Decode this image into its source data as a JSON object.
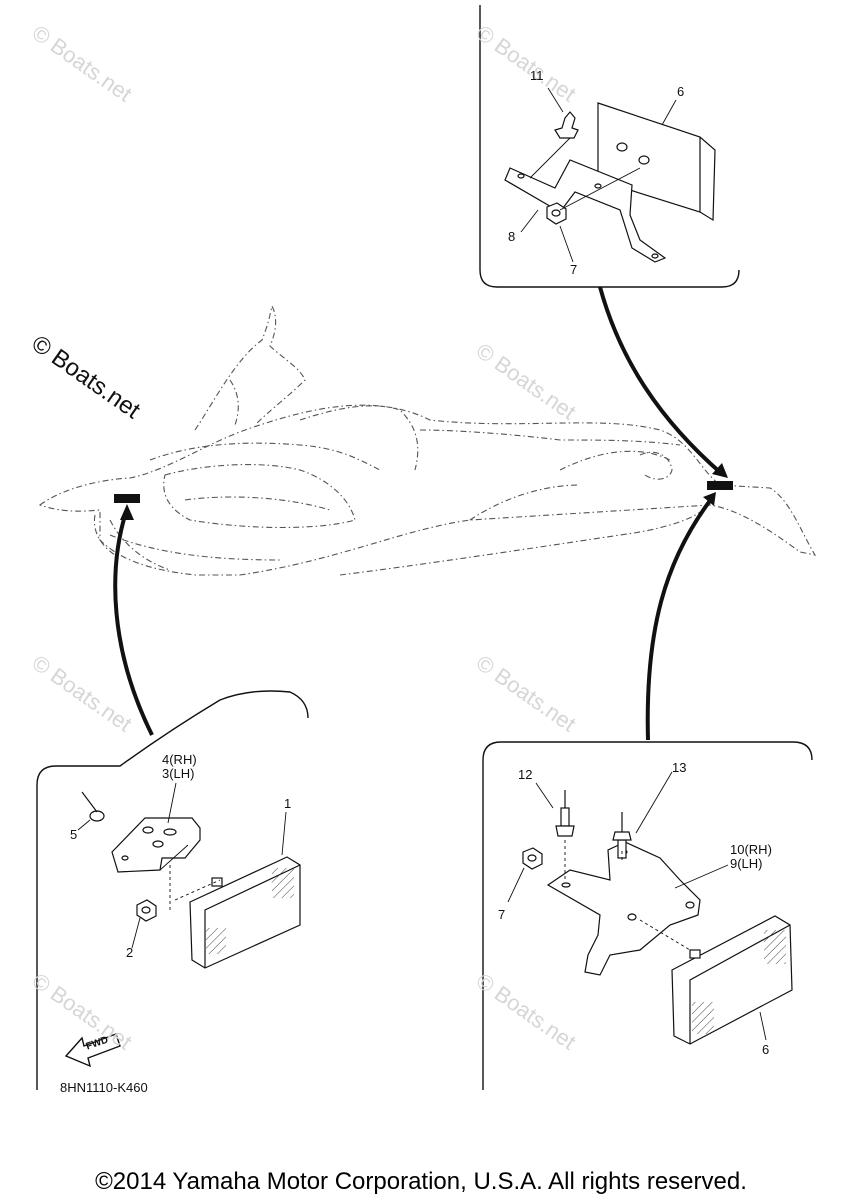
{
  "watermarks": {
    "faint": "© Boats.net",
    "dark": "© Boats.net"
  },
  "callouts": {
    "top": {
      "n11": "11",
      "n6": "6",
      "n8": "8",
      "n7": "7"
    },
    "left": {
      "n4rh": "4(RH)",
      "n3lh": "3(LH)",
      "n1": "1",
      "n5": "5",
      "n2": "2"
    },
    "right": {
      "n12": "12",
      "n13": "13",
      "n10rh": "10(RH)",
      "n9lh": "9(LH)",
      "n7": "7",
      "n6": "6"
    }
  },
  "fwd_label": "FWD",
  "diagram_code": "8HN1110-K460",
  "copyright": "©2014 Yamaha Motor Corporation, U.S.A. All rights reserved.",
  "colors": {
    "line": "#111111",
    "watermark": "#d6d6d6",
    "background": "#ffffff"
  }
}
